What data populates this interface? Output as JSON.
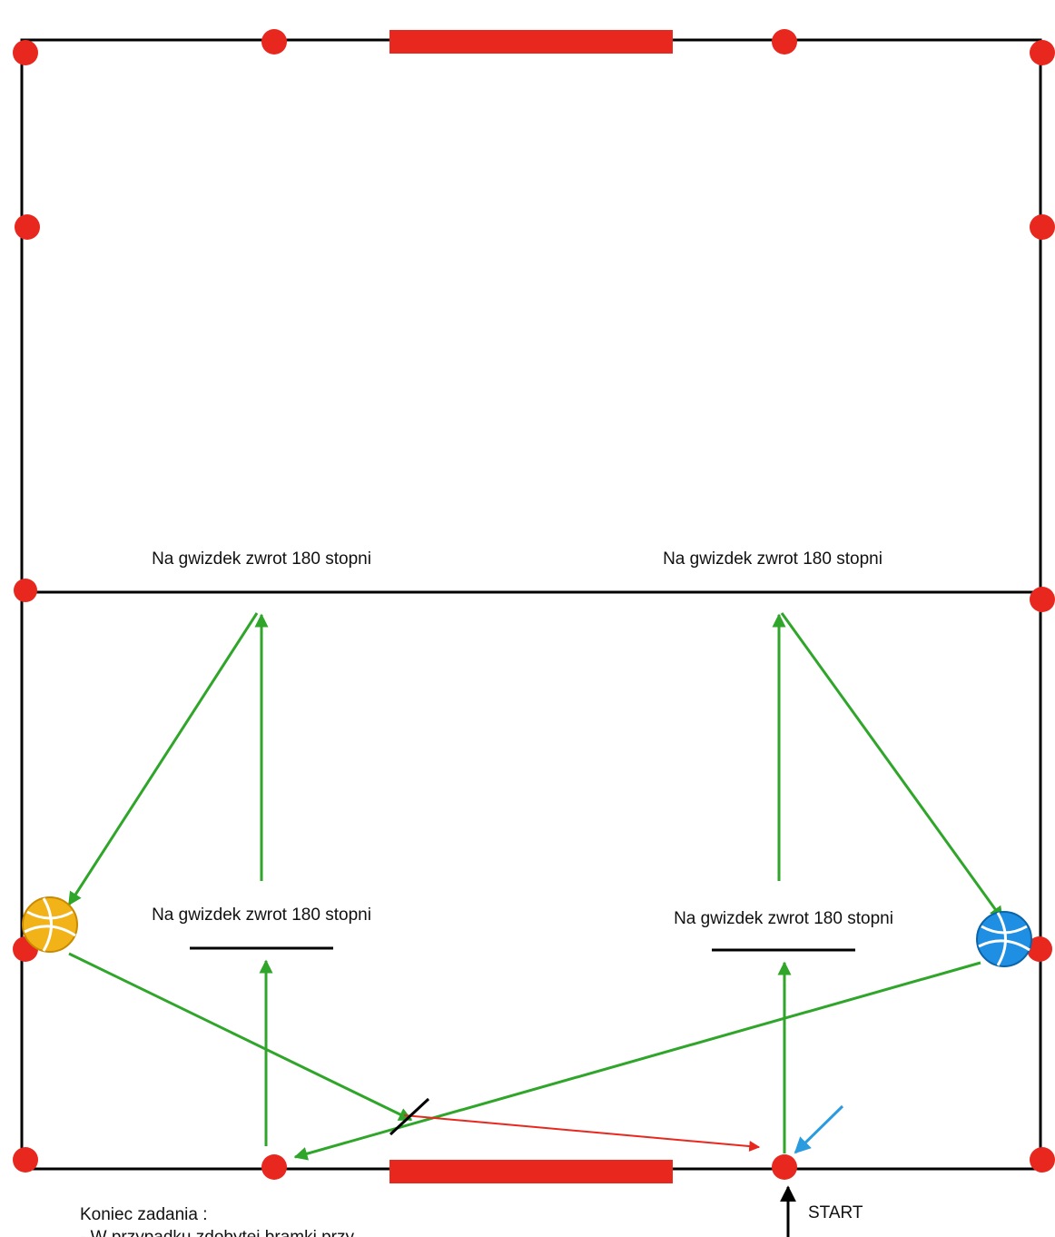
{
  "colors": {
    "line": "#000000",
    "cone": "#e8281e",
    "goal": "#e8281e",
    "arrow_green": "#2fa52a",
    "arrow_red": "#e8281e",
    "arrow_blue": "#2b9be0",
    "ball_yellow": "#f2b318",
    "ball_blue": "#1e8fe3"
  },
  "labels": {
    "whistle_top_left": "Na gwizdek zwrot 180 stopni",
    "whistle_top_right": "Na gwizdek zwrot 180 stopni",
    "whistle_mid_left": "Na gwizdek zwrot 180 stopni",
    "whistle_mid_right": "Na gwizdek zwrot 180 stopni",
    "start": "START",
    "end_title": "Koniec zadania :",
    "end_line1": "-  W przypadku zdobytej bramki przy"
  },
  "icons": {
    "ball_left": "yellow-ball-icon",
    "ball_right": "blue-ball-icon"
  }
}
